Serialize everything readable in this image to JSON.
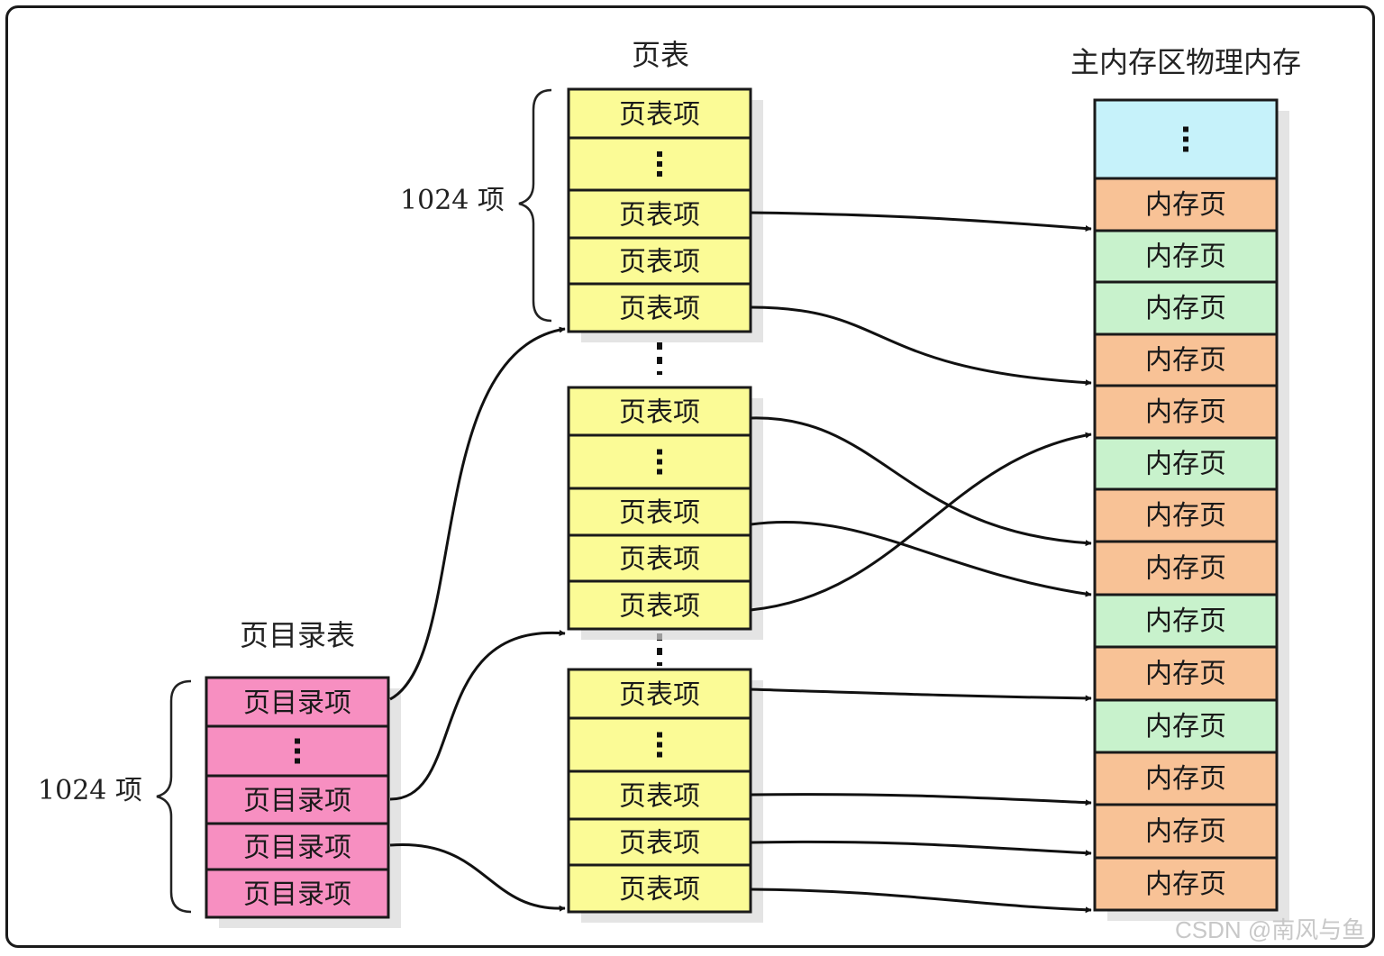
{
  "titles": {
    "page_table": "页表",
    "physical_memory": "主内存区物理内存",
    "page_directory": "页目录表"
  },
  "counts": {
    "page_table_entries": "1024 项",
    "directory_entries": "1024 项"
  },
  "labels": {
    "page_table_entry": "页表项",
    "directory_entry": "页目录项",
    "memory_page": "内存页",
    "ellipsis": "⋮"
  },
  "memory_pages": [
    "orange",
    "green",
    "green",
    "orange",
    "orange",
    "green",
    "orange",
    "orange",
    "green",
    "orange",
    "green",
    "orange",
    "orange",
    "orange"
  ],
  "colors": {
    "page_table": "#fbfb96",
    "directory": "#f78fc1",
    "memory_top": "#c6f2fa",
    "memory_orange": "#f8c296",
    "memory_green": "#c8f2cc",
    "border": "#1a1a1a"
  },
  "watermark": "CSDN @南风与鱼"
}
